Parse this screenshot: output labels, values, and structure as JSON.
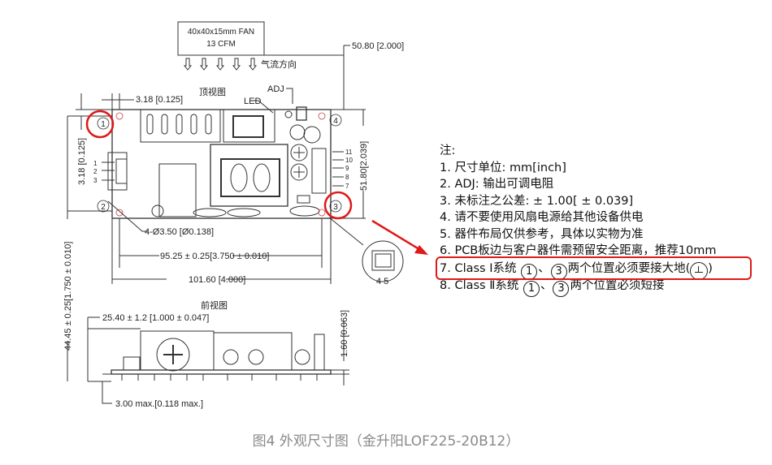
{
  "fan": {
    "line1": "40x40x15mm FAN",
    "line2": "13 CFM",
    "airflow_label": "气流方向"
  },
  "top_view": {
    "title": "顶视图",
    "adj_label": "ADJ",
    "led_label": "LED",
    "dim_height": "50.80 [2.000]",
    "dim_hole_offset_x": "3.18 [0.125]",
    "dim_hole_offset_y": "3.18 [0.125]",
    "dim_board_height": "51.80[2.039]",
    "dim_overall_height": "44.45 ± 0.25[1.750 ± 0.010]",
    "holes": "4-Ø3.50 [Ø0.138]",
    "dim_hole_spacing": "95.25 ± 0.25[3.750 ± 0.010]",
    "dim_board_length": "101.60 [4.000]",
    "input_pins": [
      "1",
      "2",
      "3"
    ],
    "output_pins": [
      "11",
      "10",
      "9",
      "8",
      "7"
    ],
    "mount_holes": [
      "1",
      "2",
      "3",
      "4"
    ],
    "connector_pins": "4 5"
  },
  "front_view": {
    "title": "前视图",
    "dim_height": "25.40 ± 1.2 [1.000 ± 0.047]",
    "dim_pcb": "1.60 [0.063]",
    "dim_pin": "3.00 max.[0.118 max.]"
  },
  "notes": {
    "title": "注:",
    "items": [
      "1. 尺寸单位: mm[inch]",
      "2. ADJ: 输出可调电阻",
      "3. 未标注之公差: ± 1.00[ ± 0.039]",
      "4. 请不要使用风扇电源给其他设备供电",
      "5. 器件布局仅供参考，具体以实物为准",
      "6. PCB板边与客户器件需预留安全距离，推荐10mm"
    ],
    "item7": {
      "prefix": "7. Class Ⅰ系统",
      "c1": "1",
      "sep": "、",
      "c3": "3",
      "suffix": "两个位置必须要接大地(",
      "end": ")"
    },
    "item8": {
      "prefix": "8. Class Ⅱ系统",
      "c1": "1",
      "sep": "、",
      "c3": "3",
      "suffix": "两个位置必须短接"
    }
  },
  "highlight_color": "#e01818",
  "caption": "图4  外观尺寸图（金升阳LOF225-20B12）"
}
